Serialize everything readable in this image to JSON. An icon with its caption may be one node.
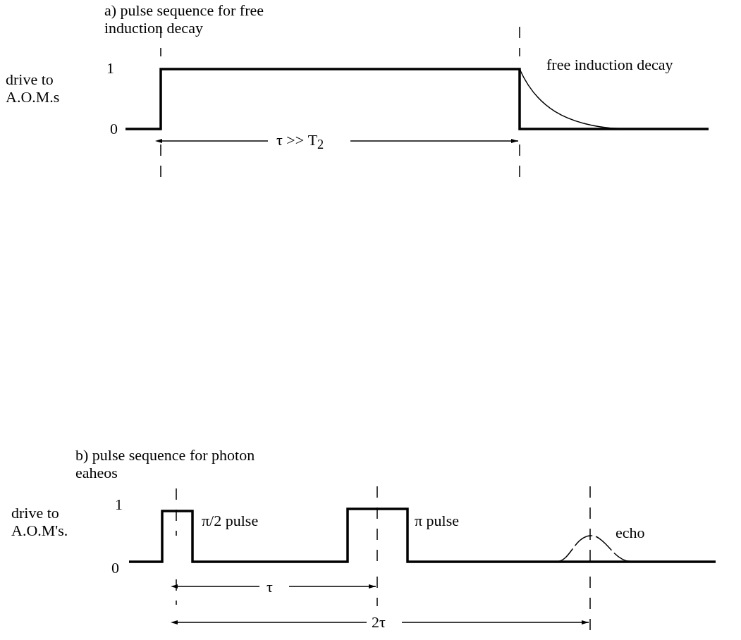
{
  "diagram": {
    "labels": [
      "a) pulse sequence for free induction decay",
      "drive to A.O.M.s",
      "1",
      "free induction decay",
      "0",
      "τ >> T$_{2}$",
      "b) pulse sequence for photon eaheos",
      "drive to A.O.M's.",
      "1",
      "π/2 pulse",
      "π pulse",
      "echo",
      "0",
      "τ",
      "2τ"
    ]
  }
}
